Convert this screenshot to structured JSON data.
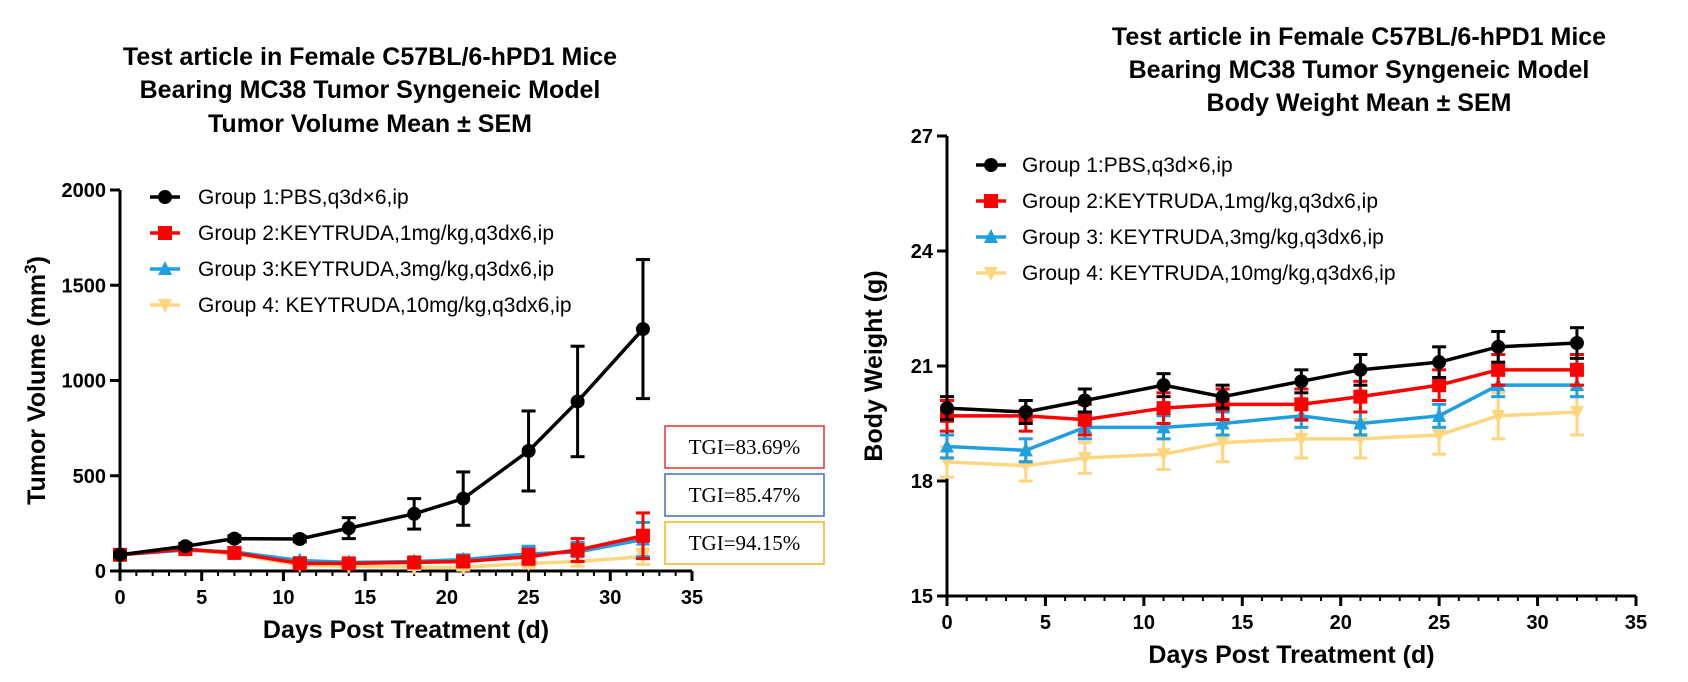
{
  "chart_data": [
    {
      "type": "line",
      "title_lines": [
        "Test article in Female C57BL/6-hPD1 Mice",
        "Bearing MC38 Tumor Syngeneic Model",
        "Tumor Volume Mean ± SEM"
      ],
      "xlabel": "Days Post Treatment (d)",
      "ylabel": "Tumor Volume (mm",
      "ylabel_sup": "3",
      "ylabel_close": ")",
      "xlim": [
        0,
        35
      ],
      "ylim": [
        0,
        2000
      ],
      "xticks": [
        0,
        5,
        10,
        15,
        20,
        25,
        30,
        35
      ],
      "yticks": [
        0,
        500,
        1000,
        1500,
        2000
      ],
      "grid": false,
      "legend_position": "top-left",
      "x": [
        0,
        4,
        7,
        11,
        14,
        18,
        21,
        25,
        28,
        32
      ],
      "series": [
        {
          "name": "Group 1:PBS,q3d×6,ip",
          "color": "#000000",
          "marker": "circle",
          "values": [
            85,
            130,
            170,
            168,
            225,
            300,
            380,
            630,
            890,
            1270
          ],
          "errors": [
            10,
            15,
            15,
            15,
            55,
            80,
            140,
            210,
            290,
            365
          ]
        },
        {
          "name": "Group 2:KEYTRUDA,1mg/kg,q3dx6,ip",
          "color": "#ff0000",
          "marker": "square",
          "values": [
            85,
            115,
            95,
            40,
            40,
            45,
            50,
            75,
            110,
            185
          ],
          "errors": [
            10,
            15,
            15,
            15,
            12,
            20,
            25,
            40,
            60,
            120
          ]
        },
        {
          "name": "Group 3:KEYTRUDA,3mg/kg,q3dx6,ip",
          "color": "#1f9ee0",
          "marker": "triangle-up",
          "values": [
            85,
            110,
            100,
            55,
            45,
            50,
            60,
            90,
            100,
            165
          ],
          "errors": [
            10,
            15,
            15,
            15,
            12,
            20,
            25,
            40,
            50,
            90
          ]
        },
        {
          "name": "Group 4: KEYTRUDA,10mg/kg,q3dx6,ip",
          "color": "#ffd680",
          "marker": "triangle-down",
          "values": [
            85,
            110,
            90,
            30,
            25,
            20,
            20,
            40,
            50,
            75
          ],
          "errors": [
            10,
            15,
            15,
            12,
            10,
            12,
            15,
            20,
            25,
            40
          ]
        }
      ],
      "annotations": [
        {
          "text": "TGI=83.69%",
          "color": "#e8312f"
        },
        {
          "text": "TGI=85.47%",
          "color": "#3b73b9"
        },
        {
          "text": "TGI=94.15%",
          "color": "#f4b41a"
        }
      ]
    },
    {
      "type": "line",
      "title_lines": [
        "Test article in Female C57BL/6-hPD1 Mice",
        "Bearing MC38 Tumor Syngeneic Model",
        "Body Weight  Mean ± SEM"
      ],
      "xlabel": "Days Post Treatment (d)",
      "ylabel": "Body Weight (g)",
      "xlim": [
        0,
        35
      ],
      "ylim": [
        15,
        27
      ],
      "xticks": [
        0,
        5,
        10,
        15,
        20,
        25,
        30,
        35
      ],
      "yticks": [
        15,
        18,
        21,
        24,
        27
      ],
      "grid": false,
      "legend_position": "top-left",
      "x": [
        0,
        4,
        7,
        11,
        14,
        18,
        21,
        25,
        28,
        32
      ],
      "series": [
        {
          "name": "Group 1:PBS,q3d×6,ip",
          "color": "#000000",
          "marker": "circle",
          "values": [
            19.9,
            19.8,
            20.1,
            20.5,
            20.2,
            20.6,
            20.9,
            21.1,
            21.5,
            21.6
          ],
          "errors": [
            0.3,
            0.3,
            0.3,
            0.3,
            0.3,
            0.3,
            0.4,
            0.4,
            0.4,
            0.4
          ]
        },
        {
          "name": "Group 2:KEYTRUDA,1mg/kg,q3dx6,ip",
          "color": "#ff0000",
          "marker": "square",
          "values": [
            19.7,
            19.7,
            19.6,
            19.9,
            20.0,
            20.0,
            20.2,
            20.5,
            20.9,
            20.9
          ],
          "errors": [
            0.4,
            0.4,
            0.4,
            0.4,
            0.4,
            0.4,
            0.4,
            0.4,
            0.4,
            0.4
          ]
        },
        {
          "name": "Group 3: KEYTRUDA,3mg/kg,q3dx6,ip",
          "color": "#1f9ee0",
          "marker": "triangle-up",
          "values": [
            18.9,
            18.8,
            19.4,
            19.4,
            19.5,
            19.7,
            19.5,
            19.7,
            20.5,
            20.5
          ],
          "errors": [
            0.3,
            0.3,
            0.3,
            0.3,
            0.3,
            0.3,
            0.3,
            0.3,
            0.3,
            0.3
          ]
        },
        {
          "name": "Group 4: KEYTRUDA,10mg/kg,q3dx6,ip",
          "color": "#ffd680",
          "marker": "triangle-down",
          "values": [
            18.5,
            18.4,
            18.6,
            18.7,
            19.0,
            19.1,
            19.1,
            19.2,
            19.7,
            19.8
          ],
          "errors": [
            0.4,
            0.4,
            0.4,
            0.4,
            0.5,
            0.5,
            0.5,
            0.5,
            0.6,
            0.6
          ]
        }
      ]
    }
  ]
}
